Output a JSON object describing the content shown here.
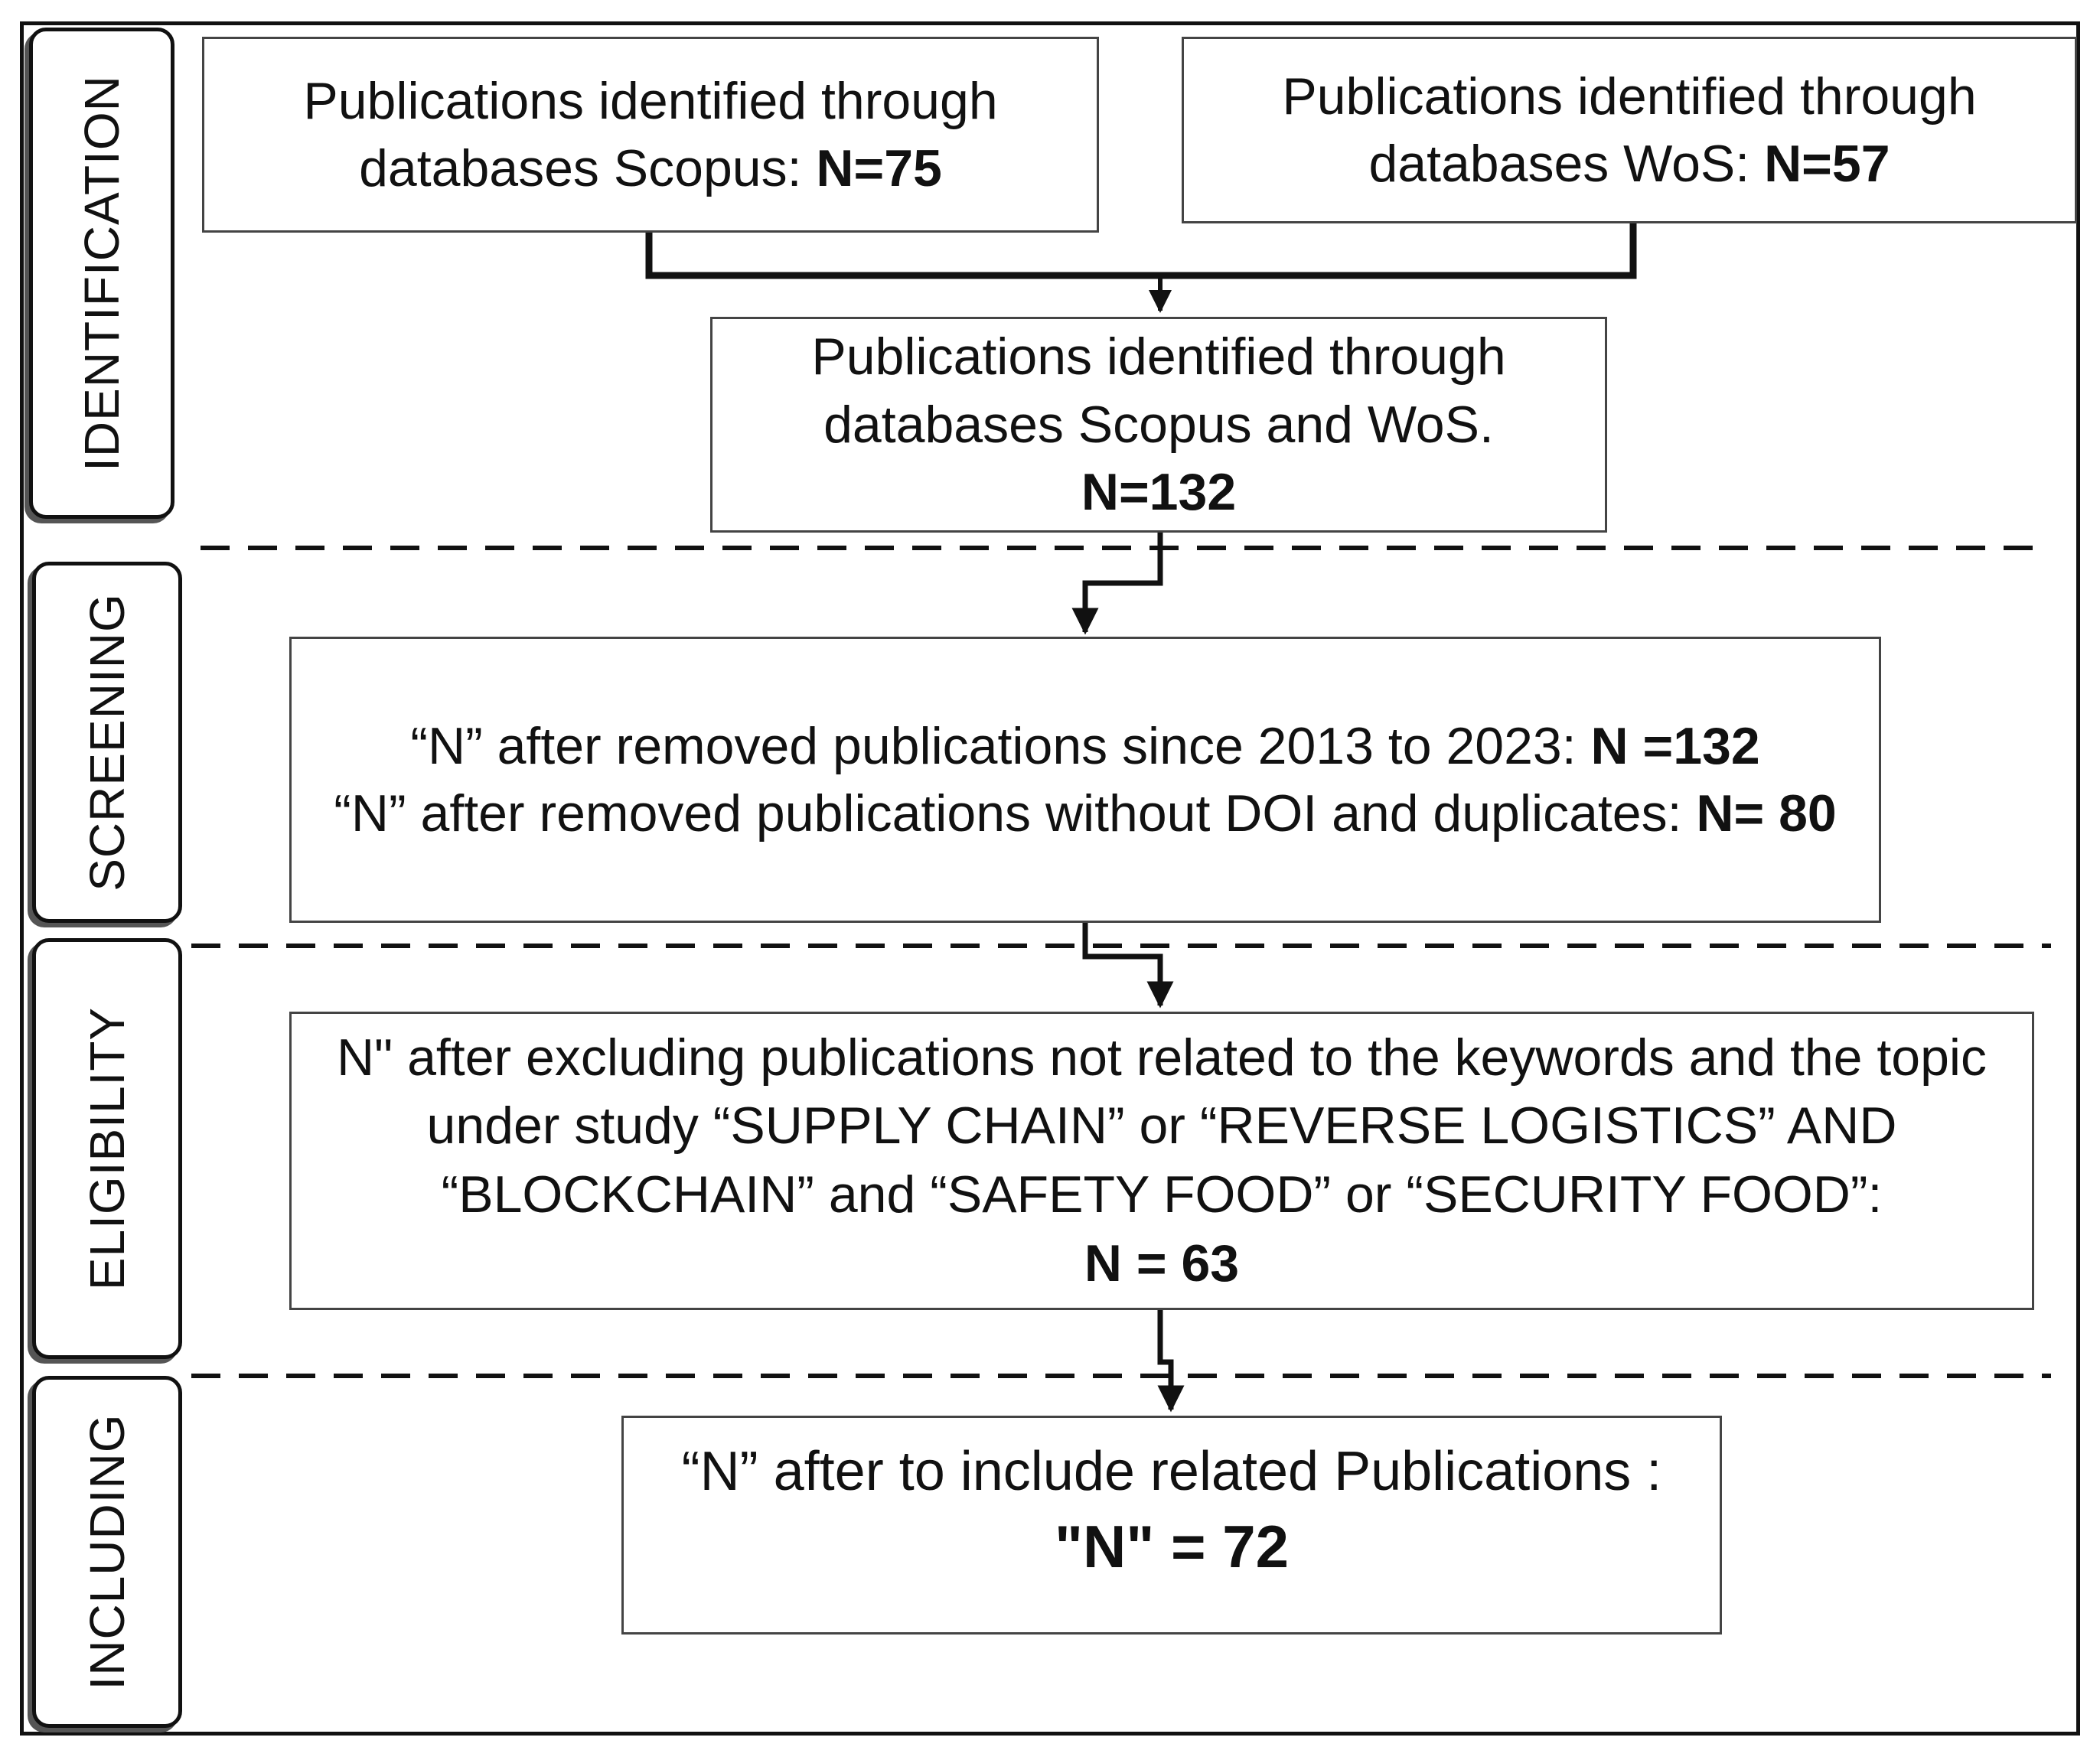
{
  "stages": {
    "identification": "IDENTIFICATION",
    "screening": "SCREENING",
    "eligibility": "ELIGIBILITY",
    "including": "INCLUDING"
  },
  "boxes": {
    "scopus": {
      "line1": "Publications identified through",
      "line2_prefix": "databases Scopus: ",
      "line2_count": "N=75"
    },
    "wos": {
      "line1": "Publications identified through",
      "line2_prefix": "databases WoS: ",
      "line2_count": "N=57"
    },
    "combined": {
      "line1": "Publications identified through",
      "line2": "databases Scopus and WoS.",
      "count": "N=132"
    },
    "screening": {
      "line1_prefix": "“N” after removed publications  since 2013 to 2023: ",
      "line1_count": "N =132",
      "line2_prefix": "“N” after removed  publications without DOI and duplicates: ",
      "line2_count": "N= 80"
    },
    "eligibility": {
      "line1": "N\" after excluding publications not related to the keywords and the topic",
      "line2": "under study “SUPPLY CHAIN” or “REVERSE LOGISTICS” AND",
      "line3": "“BLOCKCHAIN” and “SAFETY FOOD” or “SECURITY FOOD”:",
      "count": "N = 63"
    },
    "including": {
      "line1": "“N” after to include related Publications :",
      "count": "\"N\" = 72"
    }
  }
}
